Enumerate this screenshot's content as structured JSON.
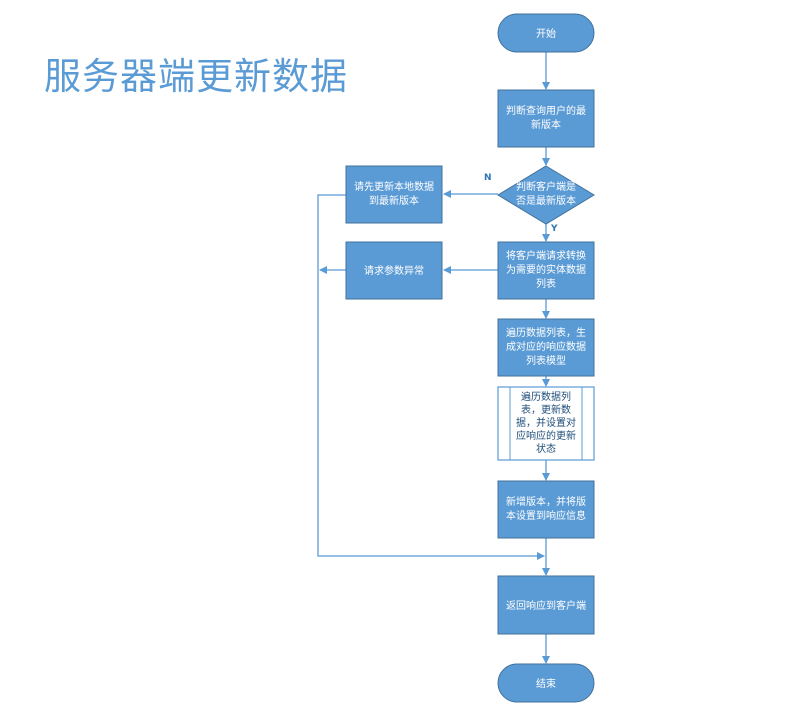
{
  "title": "服务器端更新数据",
  "colors": {
    "node_fill": "#5b9bd5",
    "node_stroke": "#41719c",
    "arrow": "#5b9bd5",
    "subprocess_stroke": "#5b9bd5",
    "title": "#5b9bd5"
  },
  "nodes": {
    "start": "开始",
    "query_version": [
      "判断查询用户的最",
      "新版本"
    ],
    "decision": [
      "判断客户端是",
      "否是最新版本"
    ],
    "update_local": [
      "请先更新本地数据",
      "到最新版本"
    ],
    "convert": [
      "将客户端请求转换",
      "为需要的实体数据",
      "列表"
    ],
    "param_error": "请求参数异常",
    "traverse_model": [
      "遍历数据列表，生",
      "成对应的响应数据",
      "列表模型"
    ],
    "traverse_update": [
      "遍历数据列",
      "表，更新数",
      "据，并设置对",
      "应响应的更新",
      "状态"
    ],
    "new_version": [
      "新增版本，并将版",
      "本设置到响应信息"
    ],
    "return": "返回响应到客户端",
    "end": "结束"
  },
  "branches": {
    "no": "N",
    "yes": "Y"
  }
}
